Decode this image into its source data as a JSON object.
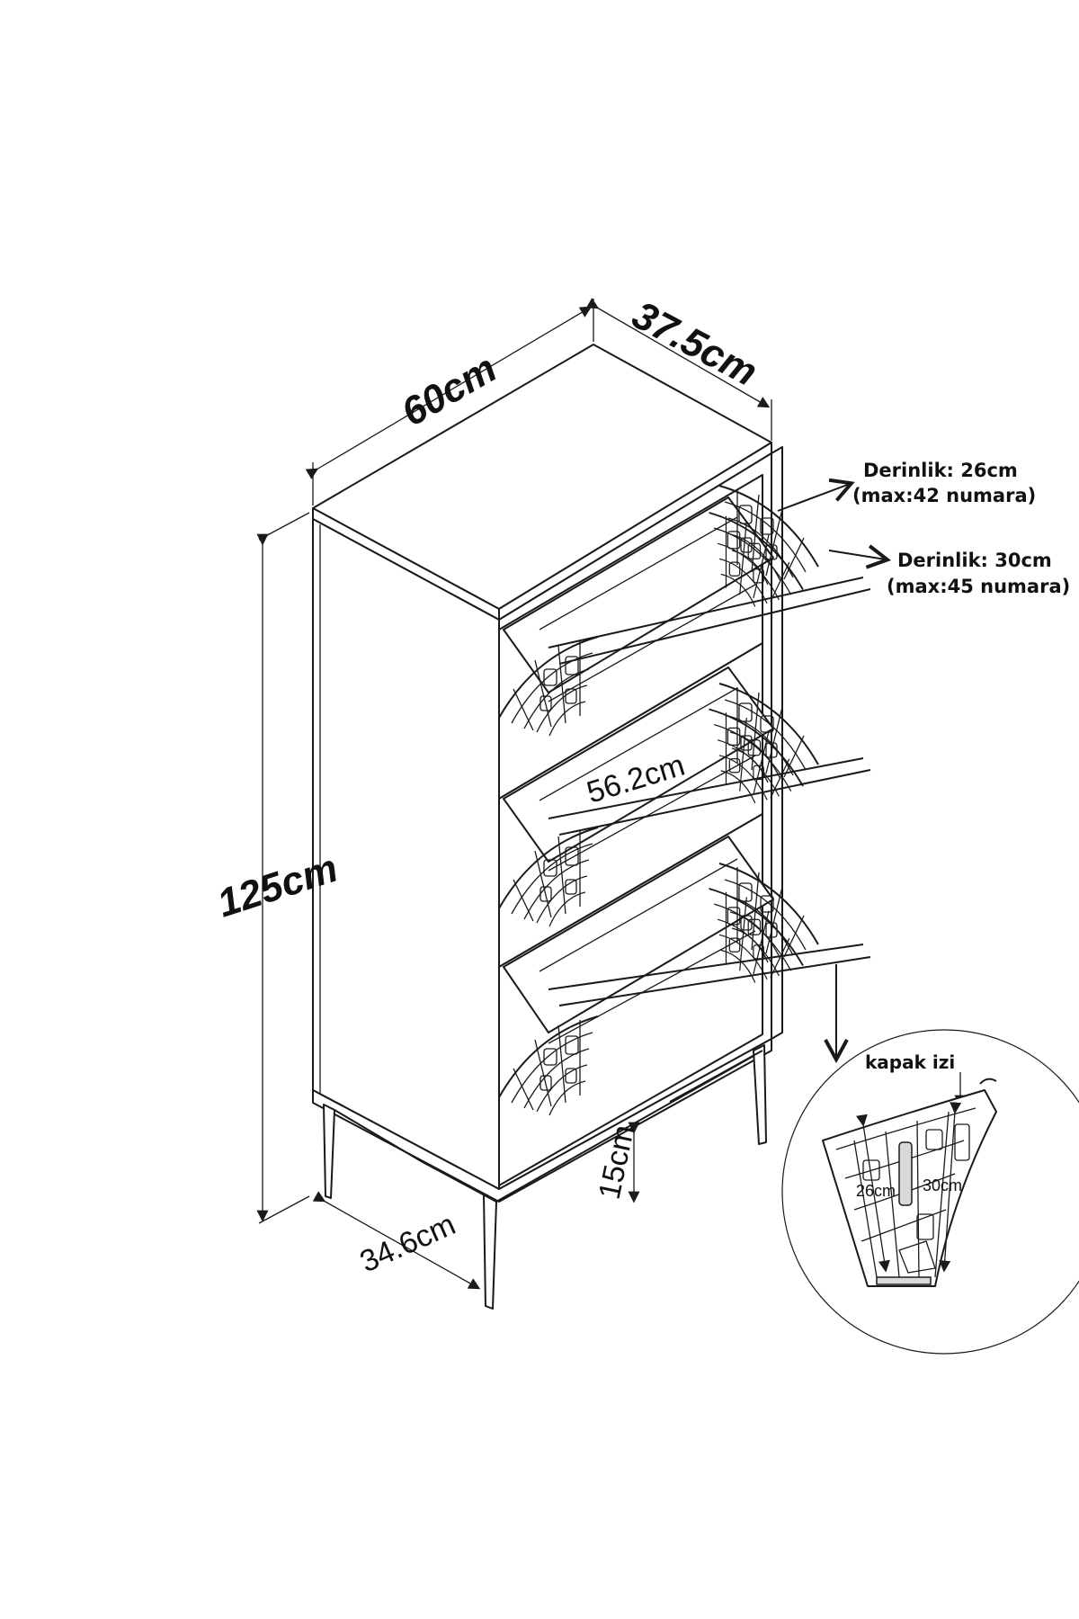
{
  "dimensions": {
    "width": "60cm",
    "depth": "37.5cm",
    "height": "125cm",
    "inner_width": "56.2cm",
    "leg_height": "15cm",
    "leg_depth": "34.6cm"
  },
  "notes": {
    "top_compartment": {
      "line1": "Derinlik: 26cm",
      "line2": "(max:42 numara)"
    },
    "lower_compartment": {
      "line1": "Derinlik: 30cm",
      "line2": "(max:45 numara)"
    }
  },
  "detail": {
    "title": "kapak izi",
    "label_a": "26cm",
    "label_b": "30cm"
  },
  "colors": {
    "line": "#1a1a1a",
    "background": "#ffffff"
  }
}
